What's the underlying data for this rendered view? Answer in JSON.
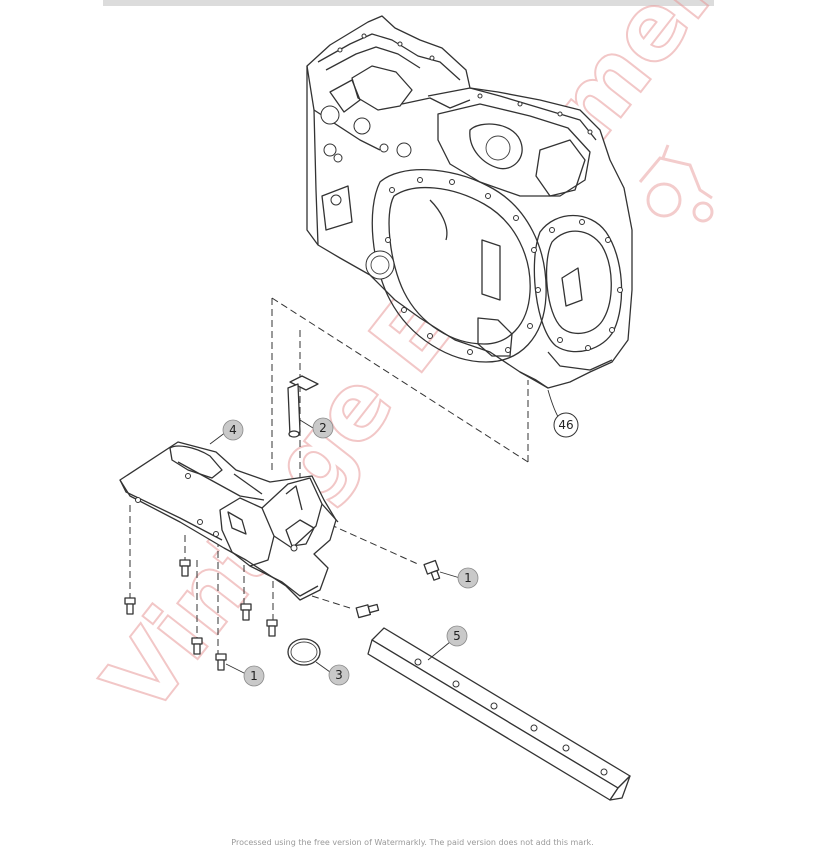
{
  "callouts": {
    "c46": "46",
    "c2": "2",
    "c4": "4",
    "c1a": "1",
    "c1b": "1",
    "c3": "3",
    "c5": "5"
  },
  "watermark": {
    "brand": "Vintage Equipment",
    "color": "#e89a9a",
    "icon": "tractor-icon"
  },
  "footer": {
    "note": "Processed using the free version of Watermarkly. The paid version does not add this mark."
  }
}
